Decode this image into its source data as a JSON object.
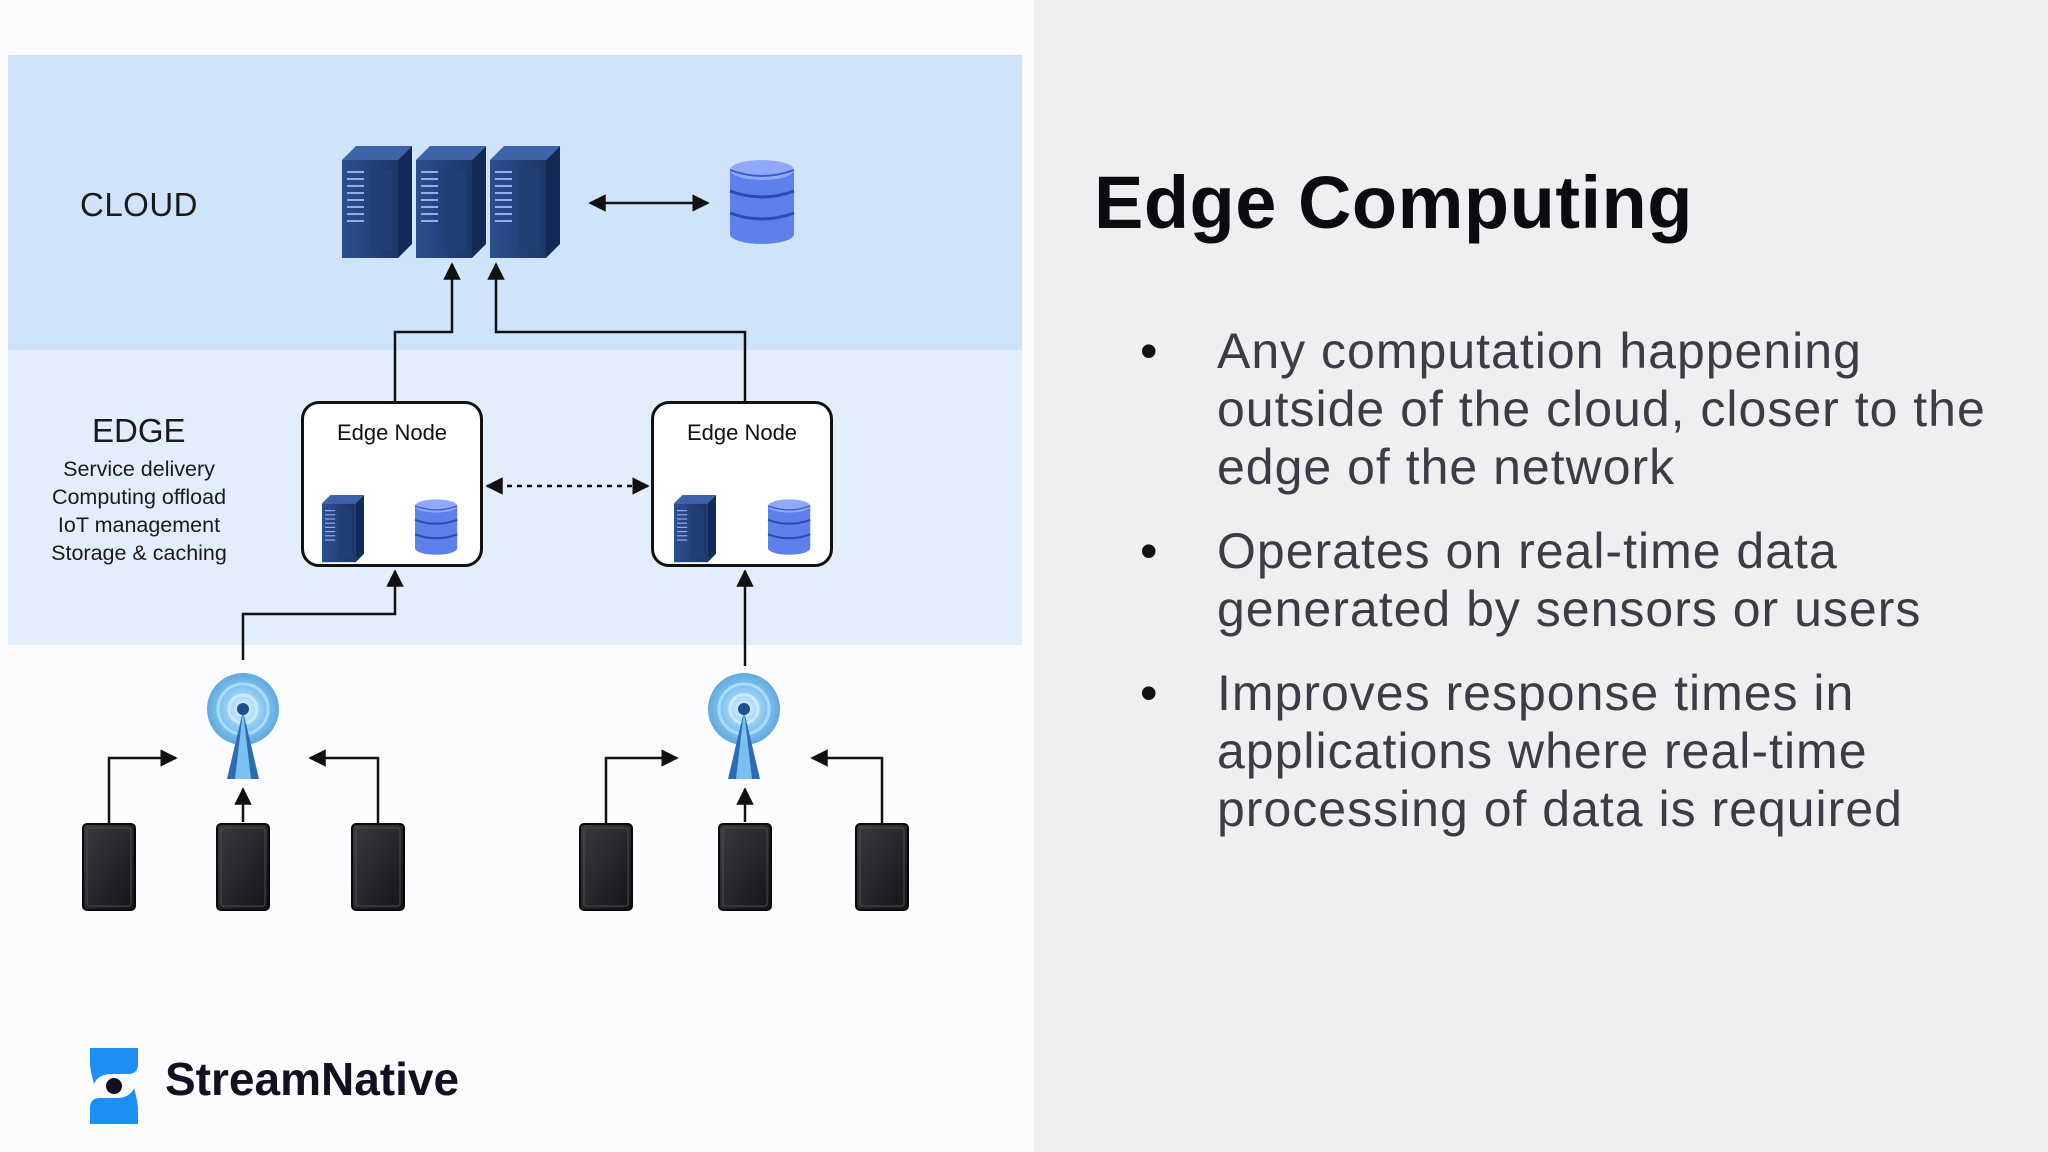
{
  "slide": {
    "title": "Edge Computing",
    "bullets": [
      "Any computation happening outside of the cloud, closer to the edge of the network",
      "Operates on real-time data generated by sensors or users",
      "Improves response times in applications where real-time processing of data is required"
    ],
    "bullet_marker": "•"
  },
  "diagram": {
    "cloud_label": "CLOUD",
    "edge_label": "EDGE",
    "edge_functions": [
      "Service delivery",
      "Computing offload",
      "IoT management",
      "Storage & caching"
    ],
    "nodes": [
      {
        "label": "Edge Node"
      },
      {
        "label": "Edge Node"
      }
    ],
    "icons": {
      "server": "server-rack-icon",
      "database": "database-icon",
      "tower": "antenna-tower-icon",
      "device": "mobile-device-icon"
    }
  },
  "brand": {
    "name": "StreamNative",
    "logo_icon": "streamnative-logo-icon"
  },
  "colors": {
    "cloud_band": "#cfe3fb",
    "edge_band": "#e2eefc",
    "server_blue": "#2a4a86",
    "database_blue": "#6f8ff0",
    "logo_blue": "#1c8ff5",
    "right_panel_bg": "#efeff1"
  }
}
